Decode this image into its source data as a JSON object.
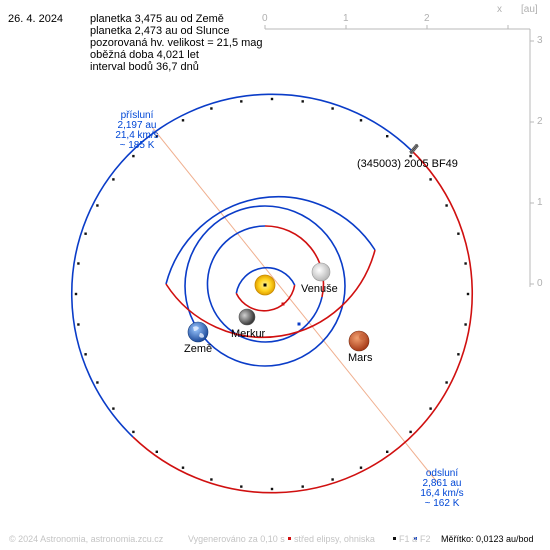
{
  "date": "26. 4. 2024",
  "info": {
    "distance_earth": "planetka 3,475 au od Země",
    "distance_sun": "planetka 2,473 au od Slunce",
    "magnitude": "pozorovaná hv. velikost = 21,5 mag",
    "period": "oběžná doba 4,021 let",
    "interval": "interval bodů 36,7 dnů"
  },
  "axes": {
    "top_ticks": [
      "0",
      "1",
      "2"
    ],
    "x_label": "x",
    "unit_label": "[au]",
    "right_ticks": [
      "0",
      "1",
      "2",
      "3"
    ]
  },
  "perihelion": {
    "title": "přísluní",
    "distance": "2,197 au",
    "speed": "21,4 km/s",
    "temperature": "~ 185 K"
  },
  "aphelion": {
    "title": "odsluní",
    "distance": "2,861 au",
    "speed": "16,4 km/s",
    "temperature": "~ 162 K"
  },
  "labels": {
    "asteroid": "(345003) 2005 BF49",
    "venus": "Venuše",
    "mercury": "Merkur",
    "earth": "Země",
    "mars": "Mars"
  },
  "footer": {
    "copyright": "© 2024 Astronomia, astronomia.zcu.cz",
    "generated": "Vygenerováno za 0,10 s",
    "legend_center": "střed elipsy, ohniska",
    "legend_f1": "F1 a",
    "legend_f2": "F2",
    "scale": "Měřítko: 0,0123 au/bod"
  },
  "colors": {
    "orbit_blue": "#0a3cc8",
    "orbit_red": "#d01010",
    "axis_gray": "#b8b8b8",
    "apsis_line": "#f0b090"
  },
  "icons": {
    "sun": "sun-icon",
    "venus": "venus-icon",
    "mercury": "mercury-icon",
    "earth": "earth-icon",
    "mars": "mars-icon",
    "asteroid": "asteroid-marker-icon"
  }
}
